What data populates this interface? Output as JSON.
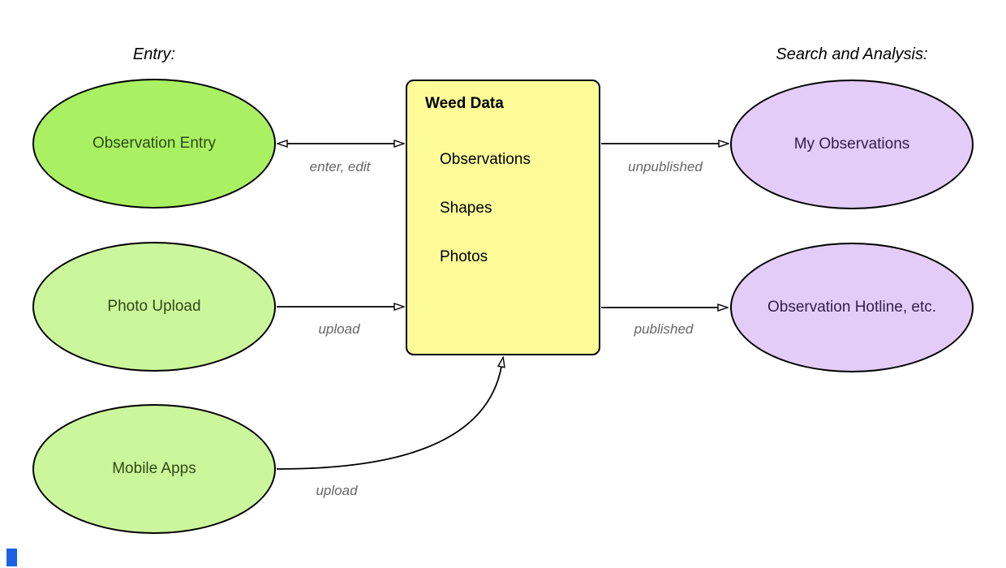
{
  "canvas": {
    "background": "#ffffff",
    "section_headers": {
      "entry": "Entry:",
      "search_analysis": "Search and Analysis:"
    },
    "entry_nodes": [
      {
        "label": "Observation Entry",
        "fill": "#a9f163"
      },
      {
        "label": "Photo Upload",
        "fill": "#ccf69b"
      },
      {
        "label": "Mobile Apps",
        "fill": "#ccf69b"
      }
    ],
    "datastore": {
      "title": "Weed Data",
      "items": [
        "Observations",
        "Shapes",
        "Photos"
      ],
      "fill": "#fcfb98"
    },
    "output_nodes": [
      {
        "label": "My Observations",
        "fill": "#e3ccf7"
      },
      {
        "label": "Observation Hotline, etc.",
        "fill": "#e3ccf7"
      }
    ],
    "edges": [
      {
        "label": "enter, edit",
        "from": "Observation Entry",
        "to": "Weed Data",
        "direction": "bidirectional"
      },
      {
        "label": "unpublished",
        "from": "Weed Data",
        "to": "My Observations",
        "direction": "forward"
      },
      {
        "label": "upload",
        "from": "Photo Upload",
        "to": "Weed Data",
        "direction": "forward"
      },
      {
        "label": "published",
        "from": "Weed Data",
        "to": "Observation Hotline, etc.",
        "direction": "forward"
      },
      {
        "label": "upload",
        "from": "Mobile Apps",
        "to": "Weed Data",
        "direction": "forward"
      }
    ],
    "colors": {
      "stroke": "#000000",
      "edge_label_text": "#666666",
      "entry_text": "#2d4a16",
      "output_text": "#33204d",
      "datastore_text": "#000000",
      "canvas_fragment": "#1b62e4"
    }
  }
}
